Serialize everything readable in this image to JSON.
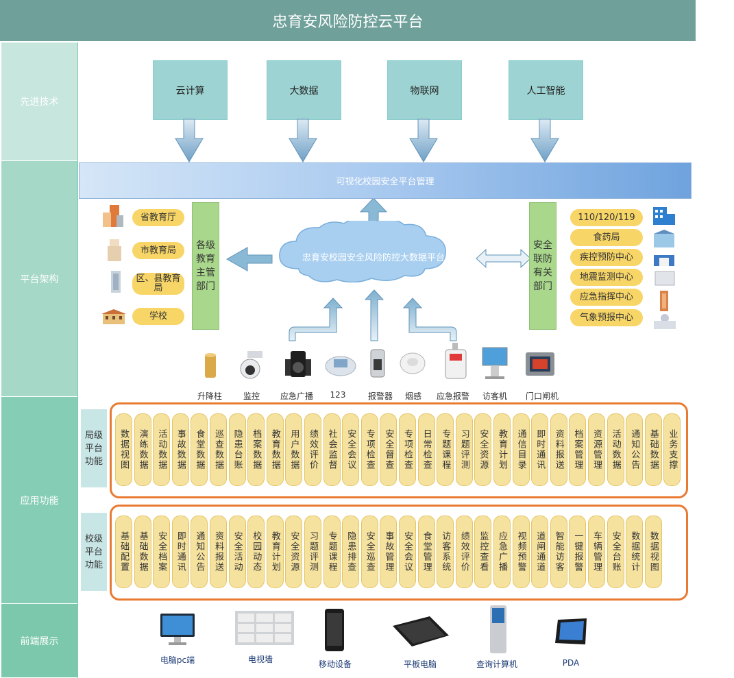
{
  "title": "忠育安风险防控云平台",
  "rows": {
    "tech": "先进技术",
    "arch": "平台架构",
    "app": "应用功能",
    "front": "前端展示"
  },
  "tech_boxes": [
    "云计算",
    "大数据",
    "物联网",
    "人工智能"
  ],
  "mgmt_bar": "可视化校园安全平台管理",
  "cloud": "忠育安校园安全风险防控大数据平台",
  "left_pills": [
    "省教育厅",
    "市教育局",
    "区、县教育局",
    "学校"
  ],
  "left_vbox": "各级教育主管部门",
  "right_vbox": "安全联防有关部门",
  "right_pills": [
    "110/120/119",
    "食药局",
    "疾控预防中心",
    "地震监测中心",
    "应急指挥中心",
    "气象预报中心"
  ],
  "devices": [
    "升降柱",
    "监控",
    "应急广播",
    "123",
    "报警器",
    "烟感",
    "应急报警",
    "访客机",
    "门口闸机"
  ],
  "bureau_label": "局级平台功能",
  "bureau_funcs": [
    "数据视图",
    "演练数据",
    "活动数据",
    "事故数据",
    "食堂数据",
    "巡查数据",
    "隐患台账",
    "档案数据",
    "教育数据",
    "用户数据",
    "绩效评价",
    "社会监督",
    "安全会议",
    "专项检查",
    "安全督查",
    "专项检查",
    "日常检查",
    "专题课程",
    "习题评测",
    "安全资源",
    "教育计划",
    "通信目录",
    "即时通讯",
    "资料报送",
    "档案管理",
    "资源管理",
    "活动数据",
    "通知公告",
    "基础数据",
    "业务支撑"
  ],
  "school_label": "校级平台功能",
  "school_funcs": [
    "基础配置",
    "基础数据",
    "安全档案",
    "即时通讯",
    "通知公告",
    "资料报送",
    "安全活动",
    "校园动态",
    "教育计划",
    "安全资源",
    "习题评测",
    "专题课程",
    "隐患排查",
    "安全巡查",
    "事故管理",
    "安全会议",
    "食堂管理",
    "访客系统",
    "绩效评价",
    "监控查看",
    "应急广播",
    "视频预警",
    "道闸通道",
    "智能访客",
    "一键报警",
    "车辆管理",
    "安全台账",
    "数据统计",
    "数据视图"
  ],
  "front_devices": [
    "电脑pc端",
    "电视墙",
    "移动设备",
    "平板电脑",
    "查询计算机",
    "PDA"
  ],
  "colors": {
    "title_bg": "#6fa09a",
    "tech_row": "#c6e6de",
    "arch_row": "#a6d8c8",
    "app_row": "#85cdb4",
    "front_row": "#7cc8ad",
    "pill": "#f7d567",
    "panel_border": "#e97a32",
    "func_cell": "#f6e29f"
  }
}
